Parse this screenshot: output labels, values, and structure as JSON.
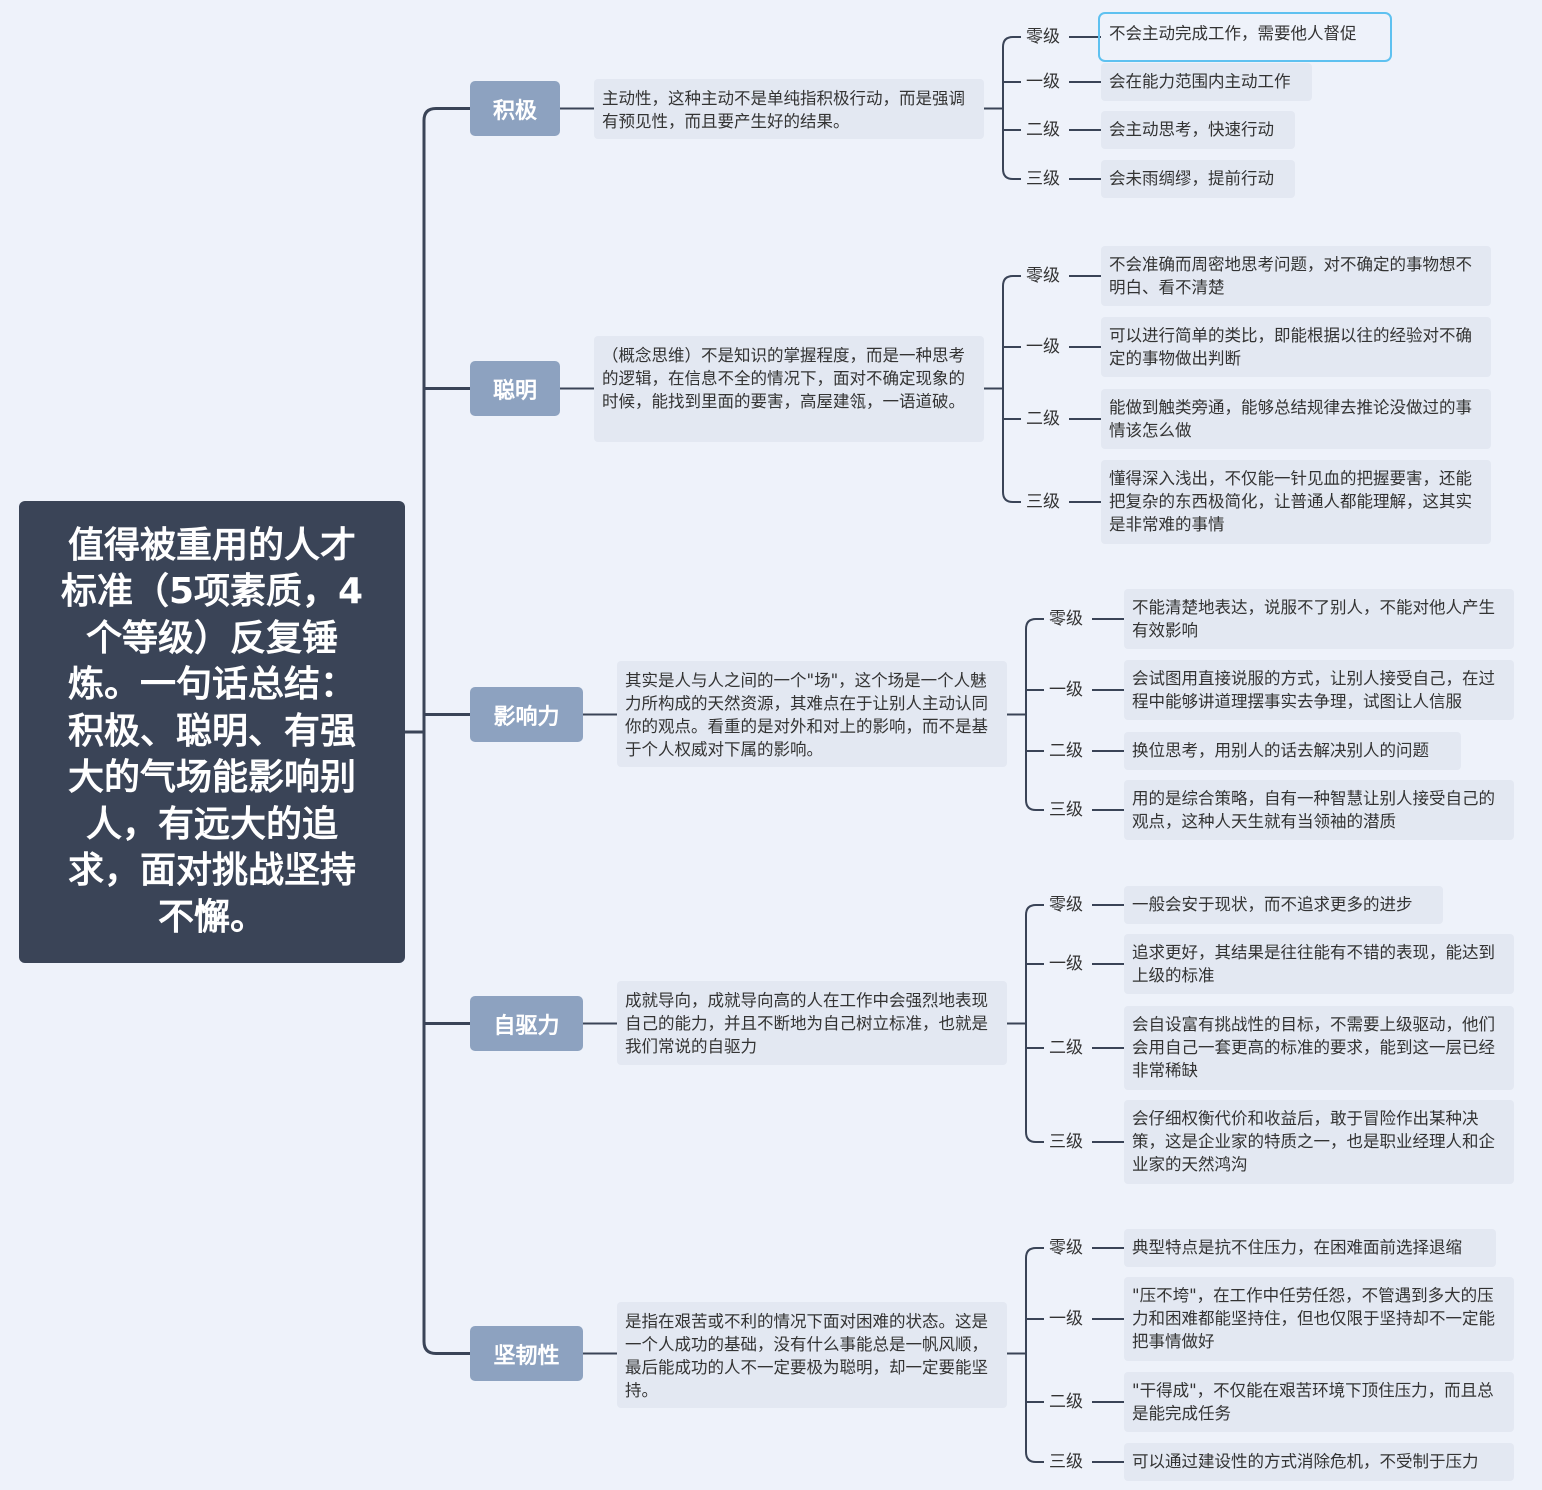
{
  "root": "值得被重用的人才标准（5项素质，4个等级）反复锤炼。一句话总结：积极、聪明、有强大的气场能影响别人，有远大的追求，面对挑战坚持不懈。",
  "categories": [
    {
      "name": "积极",
      "description": "主动性，这种主动不是单纯指积极行动，而是强调有预见性，而且要产生好的结果。",
      "levels": [
        {
          "level": "零级",
          "text": "不会主动完成工作，需要他人督促"
        },
        {
          "level": "一级",
          "text": "会在能力范围内主动工作"
        },
        {
          "level": "二级",
          "text": "会主动思考，快速行动"
        },
        {
          "level": "三级",
          "text": "会未雨绸缪，提前行动"
        }
      ]
    },
    {
      "name": "聪明",
      "description": "（概念思维）不是知识的掌握程度，而是一种思考的逻辑，在信息不全的情况下，面对不确定现象的时候，能找到里面的要害，高屋建瓴，一语道破。",
      "levels": [
        {
          "level": "零级",
          "text": "不会准确而周密地思考问题，对不确定的事物想不明白、看不清楚"
        },
        {
          "level": "一级",
          "text": "可以进行简单的类比，即能根据以往的经验对不确定的事物做出判断"
        },
        {
          "level": "二级",
          "text": "能做到触类旁通，能够总结规律去推论没做过的事情该怎么做"
        },
        {
          "level": "三级",
          "text": "懂得深入浅出，不仅能一针见血的把握要害，还能把复杂的东西极简化，让普通人都能理解，这其实是非常难的事情"
        }
      ]
    },
    {
      "name": "影响力",
      "description": "其实是人与人之间的一个\"场\"，这个场是一个人魅力所构成的天然资源，其难点在于让别人主动认同你的观点。看重的是对外和对上的影响，而不是基于个人权威对下属的影响。",
      "levels": [
        {
          "level": "零级",
          "text": "不能清楚地表达，说服不了别人，不能对他人产生有效影响"
        },
        {
          "level": "一级",
          "text": "会试图用直接说服的方式，让别人接受自己，在过程中能够讲道理摆事实去争理，试图让人信服"
        },
        {
          "level": "二级",
          "text": "换位思考，用别人的话去解决别人的问题"
        },
        {
          "level": "三级",
          "text": "用的是综合策略，自有一种智慧让别人接受自己的观点，这种人天生就有当领袖的潜质"
        }
      ]
    },
    {
      "name": "自驱力",
      "description": "成就导向，成就导向高的人在工作中会强烈地表现自己的能力，并且不断地为自己树立标准，也就是我们常说的自驱力",
      "levels": [
        {
          "level": "零级",
          "text": "一般会安于现状，而不追求更多的进步"
        },
        {
          "level": "一级",
          "text": "追求更好，其结果是往往能有不错的表现，能达到上级的标准"
        },
        {
          "level": "二级",
          "text": "会自设富有挑战性的目标，不需要上级驱动，他们会用自己一套更高的标准的要求，能到这一层已经非常稀缺"
        },
        {
          "level": "三级",
          "text": "会仔细权衡代价和收益后，敢于冒险作出某种决策，这是企业家的特质之一，也是职业经理人和企业家的天然鸿沟"
        }
      ]
    },
    {
      "name": "坚韧性",
      "description": "是指在艰苦或不利的情况下面对困难的状态。这是一个人成功的基础，没有什么事能总是一帆风顺，最后能成功的人不一定要极为聪明，却一定要能坚持。",
      "levels": [
        {
          "level": "零级",
          "text": "典型特点是抗不住压力，在困难面前选择退缩"
        },
        {
          "level": "一级",
          "text": "\"压不垮\"，在工作中任劳任怨，不管遇到多大的压力和困难都能坚持住，但也仅限于坚持却不一定能把事情做好"
        },
        {
          "level": "二级",
          "text": "\"干得成\"，不仅能在艰苦环境下顶住压力，而且总是能完成任务"
        },
        {
          "level": "三级",
          "text": "可以通过建设性的方式消除危机，不受制于压力"
        }
      ]
    }
  ],
  "colors": {
    "background": "#eef2fa",
    "root": "#3a4457",
    "category": "#8da2c0",
    "box": "#e3e8f2",
    "line": "#3a4457",
    "selected_outline": "#5ec1f0"
  }
}
